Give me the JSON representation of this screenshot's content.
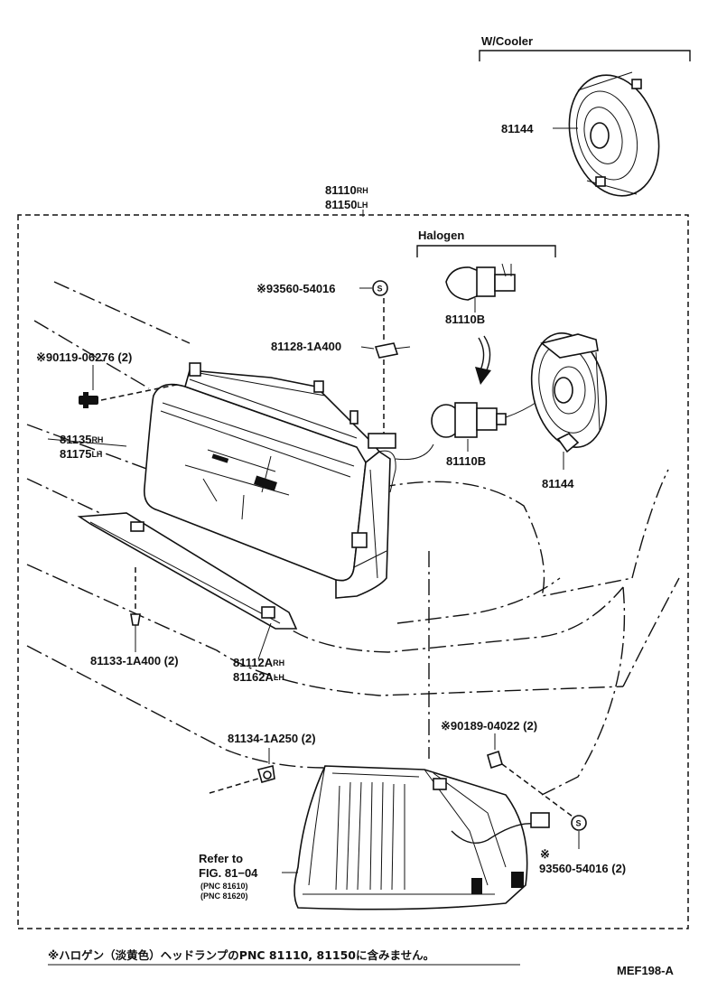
{
  "labels": {
    "w_cooler": "W/Cooler",
    "halogen": "Halogen",
    "p81144_top": "81144",
    "p81144_mid": "81144",
    "p81110": "81110",
    "p81110_sfx": "RH",
    "p81150": "81150",
    "p81150_sfx": "LH",
    "p93560_top": "※93560-54016",
    "p81128": "81128-1A400",
    "p90119": "※90119-06276 (2)",
    "p81110B_a": "81110B",
    "p81110B_b": "81110B",
    "p81135": "81135",
    "p81135_sfx": "RH",
    "p81175": "81175",
    "p81175_sfx": "LH",
    "p81133": "81133-1A400 (2)",
    "p81112A": "81112A",
    "p81112A_sfx": "RH",
    "p81162A": "81162A",
    "p81162A_sfx": "LH",
    "p81134": "81134-1A250 (2)",
    "p90189": "※90189-04022 (2)",
    "refer_to": "Refer to",
    "fig_ref": "FIG. 81−04",
    "pnc_a": "(PNC 81610)",
    "pnc_b": "(PNC 81620)",
    "p93560_bot_mark": "※",
    "p93560_bot": "93560-54016 (2)"
  },
  "footnote": "※ハロゲン（淡黄色）ヘッドランプのPNC 81110, 81150に含みません。",
  "fig_code": "MEF198-A"
}
